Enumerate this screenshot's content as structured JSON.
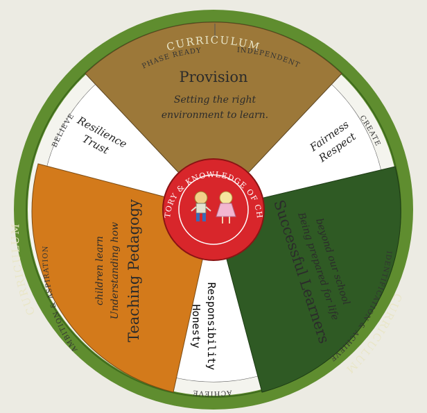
{
  "ring": {
    "top": "CURRICULUM",
    "left": "CURRICULUM",
    "right": "CURRICULUM"
  },
  "bands": {
    "phase_ready": "PHASE READY",
    "independent": "INDEPENDENT",
    "create": "CREATE",
    "believe": "BELIEVE",
    "ambition": "AMBITION & ASPIRATION",
    "achieve": "ACHIEVE",
    "right_partial": "IDENTIFICATION & ACHIEVE"
  },
  "segments": {
    "provision": {
      "title": "Provision",
      "line1": "Setting the right",
      "line2": "environment to learn."
    },
    "teaching": {
      "title": "Teaching Pedagogy",
      "line1": "Understanding how",
      "line2": "children learn"
    },
    "successful": {
      "title": "Successful Learners",
      "line1": "Being prepared for life",
      "line2": "beyond our school"
    }
  },
  "values": {
    "resilience": {
      "line1": "Resilience",
      "line2": "Trust"
    },
    "fairness": {
      "line1": "Fairness",
      "line2": "Respect"
    },
    "responsibility": {
      "line1": "Responsibility",
      "line2": "Honesty"
    }
  },
  "center": {
    "text": "HISTORY & KNOWLEDGE OF CHILD"
  },
  "colors": {
    "outer_ring": "#5f8d2f",
    "band": "#f4f4ee",
    "brown": "#9c7839",
    "orange": "#d37a1b",
    "dark_green": "#2f5a24",
    "center_red": "#d8262b"
  }
}
